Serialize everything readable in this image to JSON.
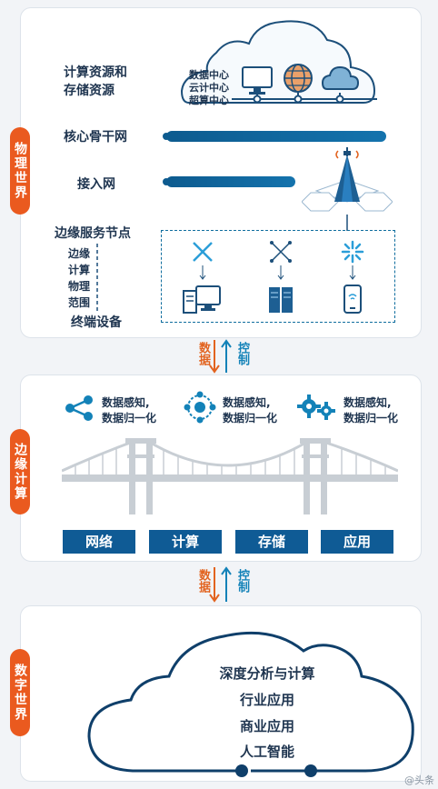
{
  "physical": {
    "tag": "物理世界",
    "compute_storage": "计算资源和\n存储资源",
    "dc_labels": [
      "数据中心",
      "云计中心",
      "超算中心"
    ],
    "backbone": "核心骨干网",
    "access": "接入网",
    "edge_nodes": "边缘服务节点",
    "edge_scope": [
      "边缘",
      "计算",
      "物理",
      "范围"
    ],
    "terminal": "终端设备"
  },
  "connector1": {
    "data": "数据",
    "control": "控制"
  },
  "edge": {
    "tag": "边缘计算",
    "perception_items": [
      {
        "icon": "share-icon",
        "line1": "数据感知,",
        "line2": "数据归一化"
      },
      {
        "icon": "network-node-icon",
        "line1": "数据感知,",
        "line2": "数据归一化"
      },
      {
        "icon": "gears-icon",
        "line1": "数据感知,",
        "line2": "数据归一化"
      }
    ],
    "tiles": [
      "网络",
      "计算",
      "存储",
      "应用"
    ]
  },
  "connector2": {
    "data": "数据",
    "control": "控制"
  },
  "digital": {
    "tag": "数字世界",
    "cloud_items": [
      "深度分析与计算",
      "行业应用",
      "商业应用",
      "人工智能"
    ]
  },
  "watermark": "@头条"
}
